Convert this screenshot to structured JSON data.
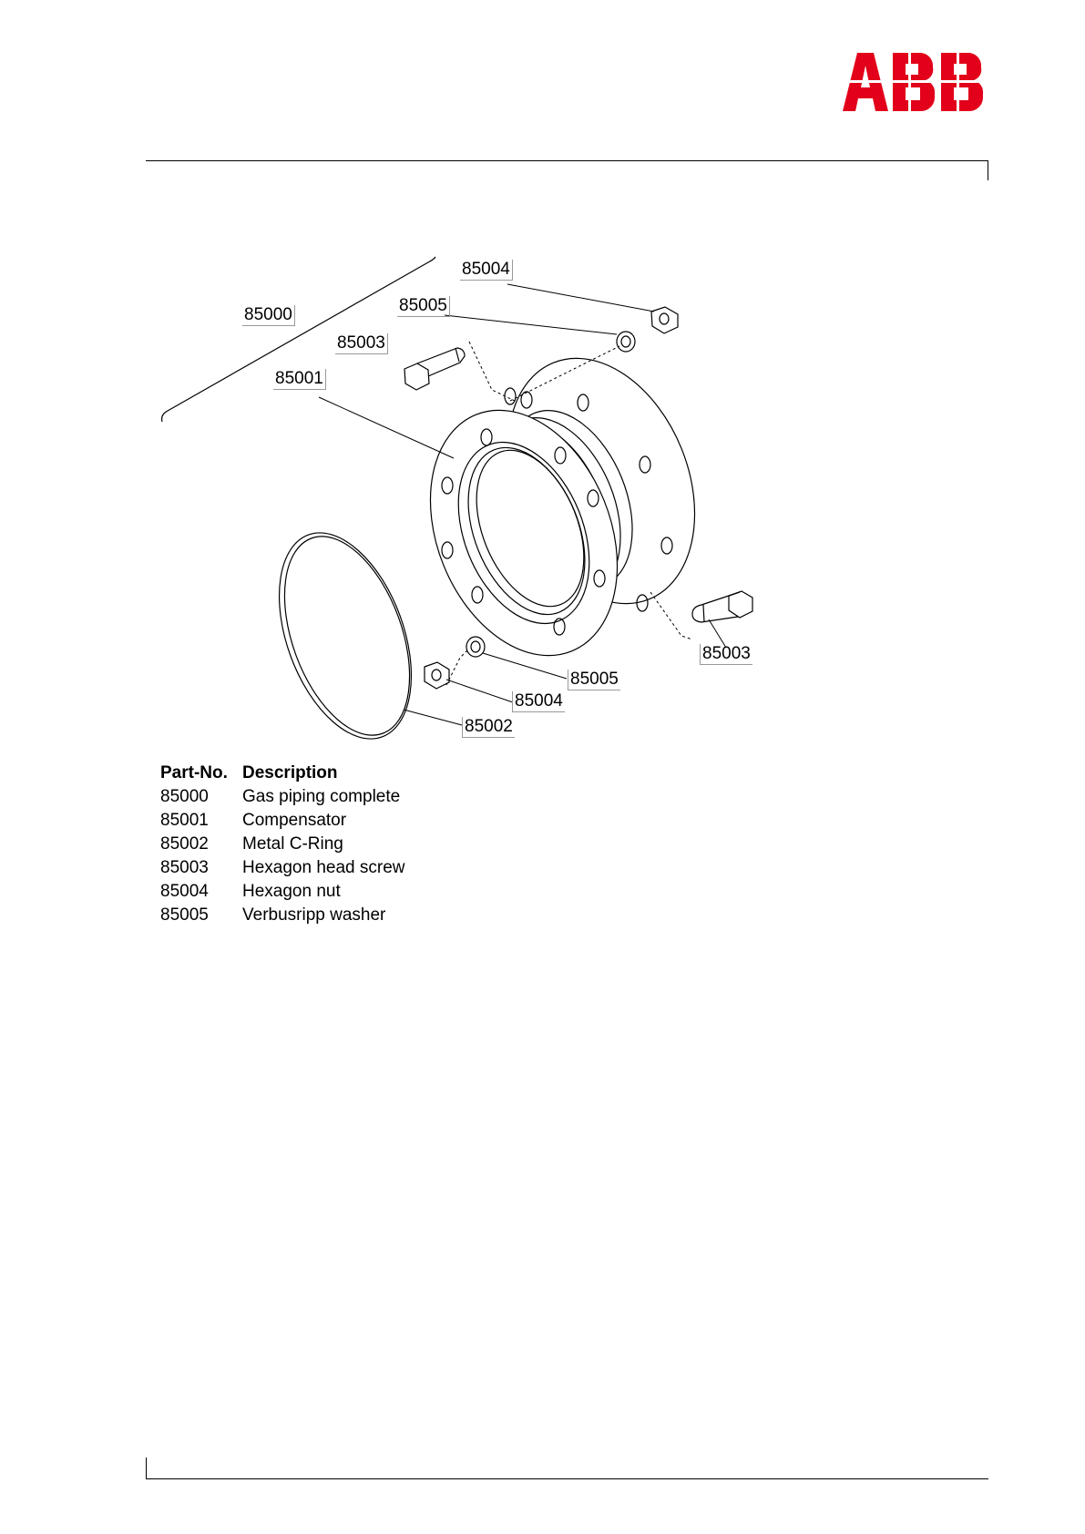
{
  "brand": {
    "logo_text": "ABB",
    "logo_color": "#e2001a"
  },
  "callouts": {
    "c85000": "85000",
    "c85001": "85001",
    "c85003_top": "85003",
    "c85005_top": "85005",
    "c85004_top": "85004",
    "c85003_bottom": "85003",
    "c85005_bottom": "85005",
    "c85004_bottom": "85004",
    "c85002": "85002"
  },
  "parts_table": {
    "header": {
      "part_no": "Part-No.",
      "description": "Description"
    },
    "rows": [
      {
        "part_no": "85000",
        "description": "Gas piping complete"
      },
      {
        "part_no": "85001",
        "description": "Compensator"
      },
      {
        "part_no": "85002",
        "description": "Metal C-Ring"
      },
      {
        "part_no": "85003",
        "description": "Hexagon head screw"
      },
      {
        "part_no": "85004",
        "description": "Hexagon nut"
      },
      {
        "part_no": "85005",
        "description": "Verbusripp washer"
      }
    ]
  }
}
